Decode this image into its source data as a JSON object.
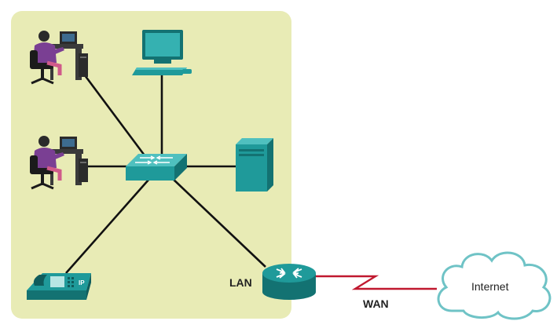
{
  "labels": {
    "lan": "LAN",
    "wan": "WAN",
    "internet": "Internet",
    "ip_phone_badge": "IP"
  },
  "colors": {
    "lan_area": "#e8ebb5",
    "device_teal": "#1f9a9a",
    "device_teal_dark": "#137272",
    "device_teal_light": "#4fc0bf",
    "cable": "#111111",
    "wan_link": "#c0182f",
    "cloud_fill": "#ffffff",
    "cloud_stroke": "#6fc3c6",
    "person_shirt": "#7a3f93",
    "desk": "#3a3a3a"
  },
  "icons": {
    "workstation_1": "person-at-computer-icon",
    "workstation_2": "person-at-computer-icon",
    "desktop_pc": "desktop-computer-icon",
    "switch": "network-switch-icon",
    "server": "server-icon",
    "ip_phone": "ip-phone-icon",
    "router": "router-icon",
    "internet": "cloud-icon"
  }
}
